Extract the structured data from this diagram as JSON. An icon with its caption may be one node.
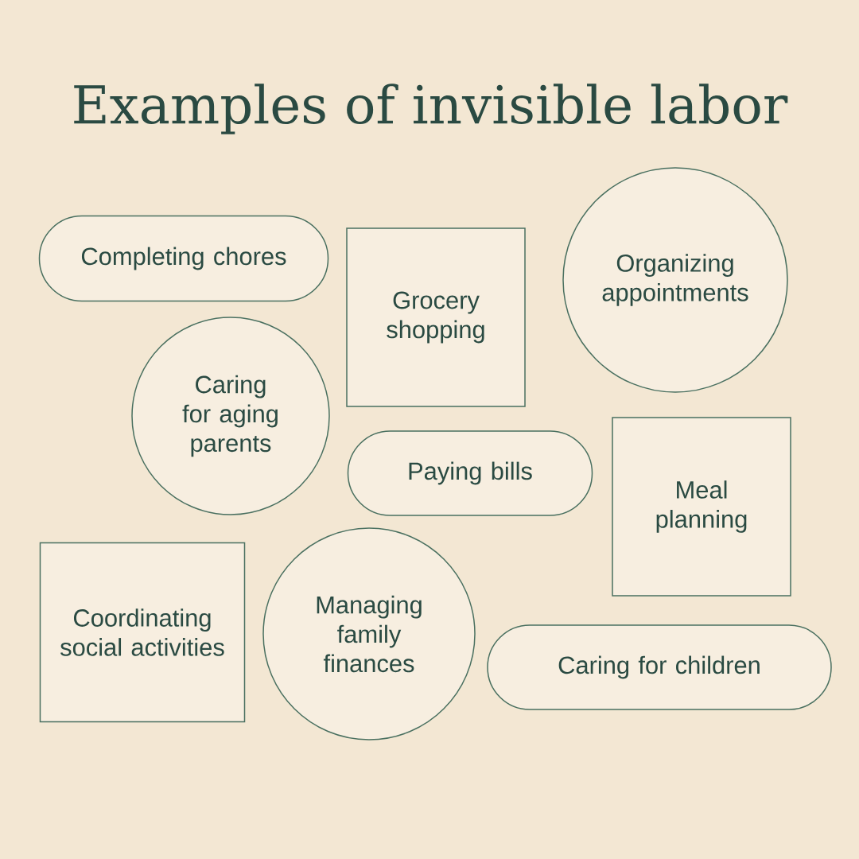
{
  "diagram": {
    "title": "Examples of invisible labor",
    "nodes": [
      {
        "text": [
          "Completing chores"
        ]
      },
      {
        "text": [
          "Grocery shopping"
        ]
      },
      {
        "text": [
          "Organizing appointments"
        ]
      },
      {
        "text": [
          "Caring for aging parents"
        ]
      },
      {
        "text": [
          "Paying bills"
        ]
      },
      {
        "text": [
          "Meal planning"
        ]
      },
      {
        "text": [
          "Coordinating social activities"
        ]
      },
      {
        "text": [
          "Managing family finances"
        ]
      },
      {
        "text": [
          "Caring for children"
        ]
      }
    ]
  }
}
